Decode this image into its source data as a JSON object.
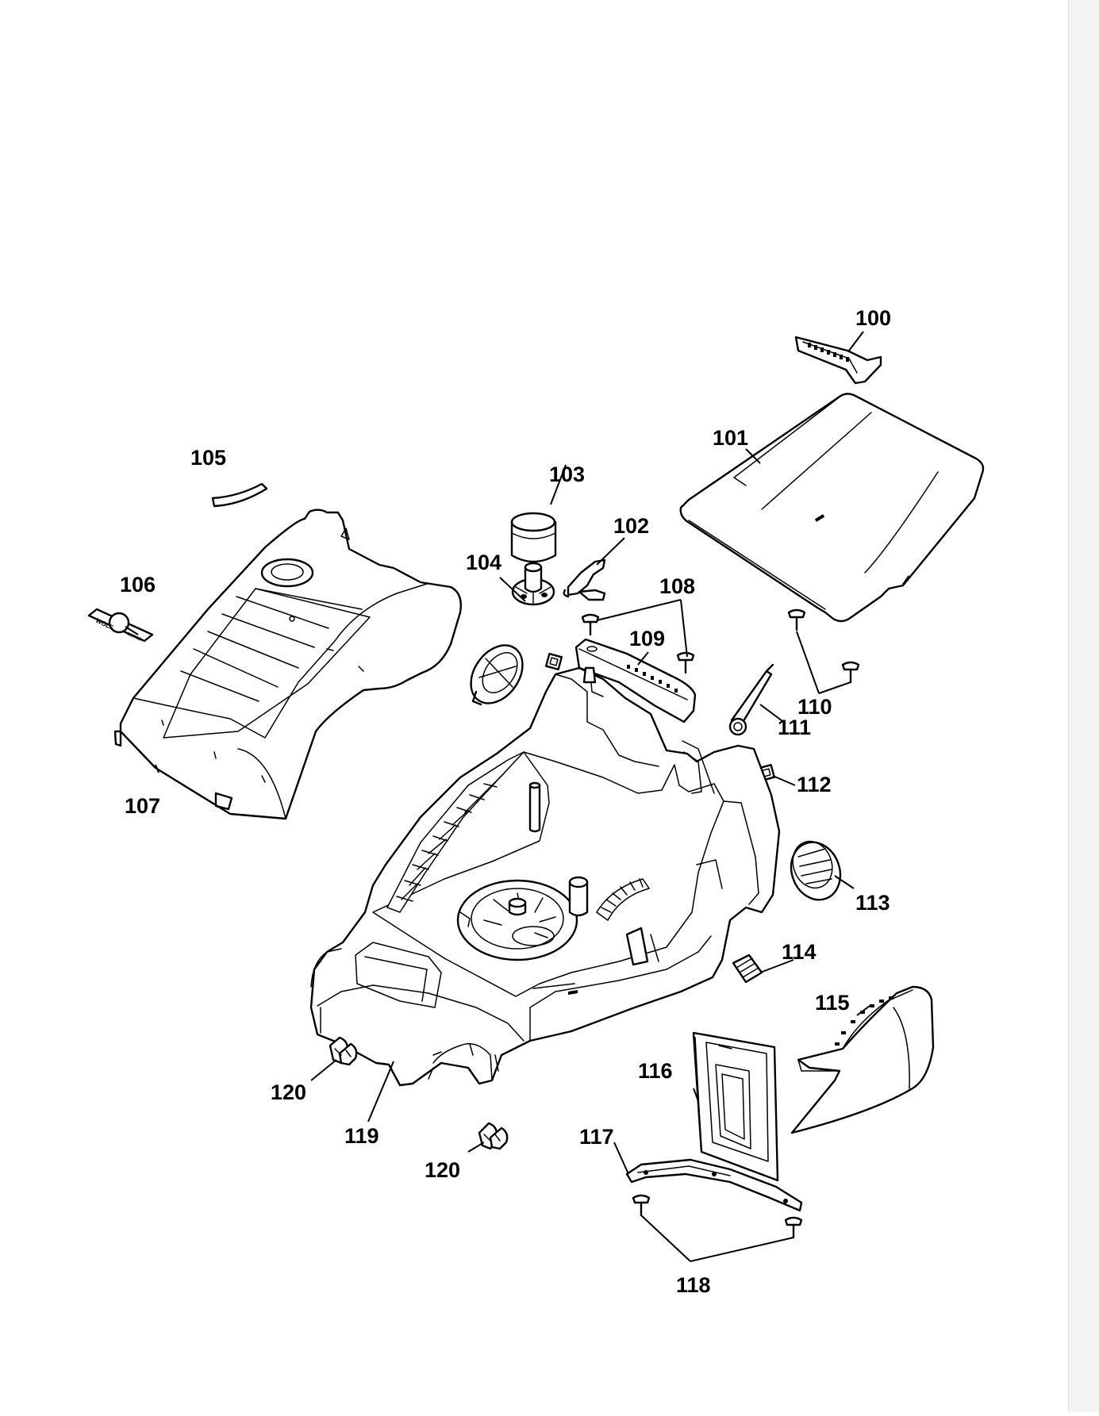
{
  "labels": {
    "p100": "100",
    "p101": "101",
    "p102": "102",
    "p103": "103",
    "p104": "104",
    "p105": "105",
    "p106": "106",
    "p107": "107",
    "p108": "108",
    "p109": "109",
    "p110": "110",
    "p111": "111",
    "p112": "112",
    "p113": "113",
    "p114": "114",
    "p115": "115",
    "p116": "116",
    "p117": "117",
    "p118": "118",
    "p119": "119",
    "p120a": "120",
    "p120b": "120"
  },
  "decal_text": {
    "left": "WOLF",
    "right": "series"
  }
}
